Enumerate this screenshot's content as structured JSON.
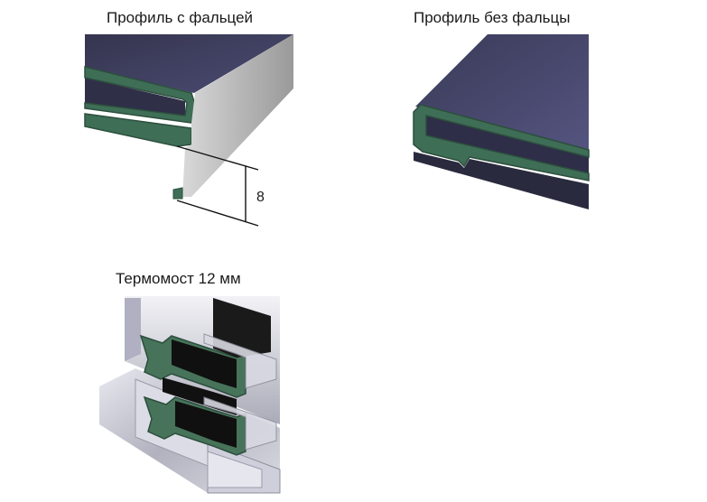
{
  "figure": {
    "captions": {
      "profile_with_rebate": "Профиль с фальцей",
      "profile_without_rebate": "Профиль без фальцы",
      "thermal_break": "Термомост 12 мм"
    },
    "dimension_label": "8",
    "colors": {
      "profile_face": "#3d3d5e",
      "profile_face_light": "#4a4a70",
      "section_green": "#3f6e57",
      "section_edge": "#2c4f3d",
      "aluminum": "#c9c9d2",
      "aluminum_dark": "#8f8f9c",
      "thermal_insert": "#47735a",
      "insert_void": "#101010"
    }
  }
}
